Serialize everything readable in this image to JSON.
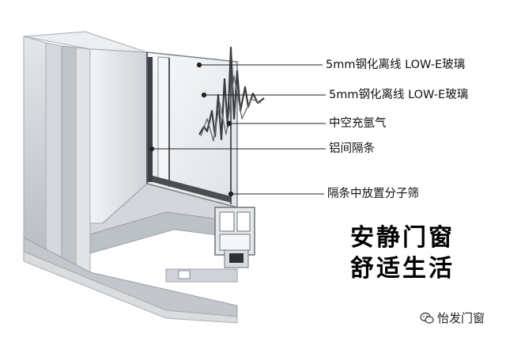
{
  "callouts": [
    {
      "label": "5mm钢化离线 LOW-E玻璃"
    },
    {
      "label": "5mm钢化离线 LOW-E玻璃"
    },
    {
      "label": "中空充氩气"
    },
    {
      "label": "铝间隔条"
    },
    {
      "label": "隔条中放置分子筛"
    }
  ],
  "slogan": {
    "line1": "安静门窗",
    "line2": "舒适生活"
  },
  "watermark": {
    "text": "怡发门窗",
    "icon": "wechat-icon"
  },
  "colors": {
    "frame_light": "#e7e9ec",
    "frame_mid": "#c9cdd2",
    "frame_dark": "#8e9399",
    "glass": "#eef1f2",
    "sound_wave": "#3a3d40",
    "leader": "#222222"
  }
}
